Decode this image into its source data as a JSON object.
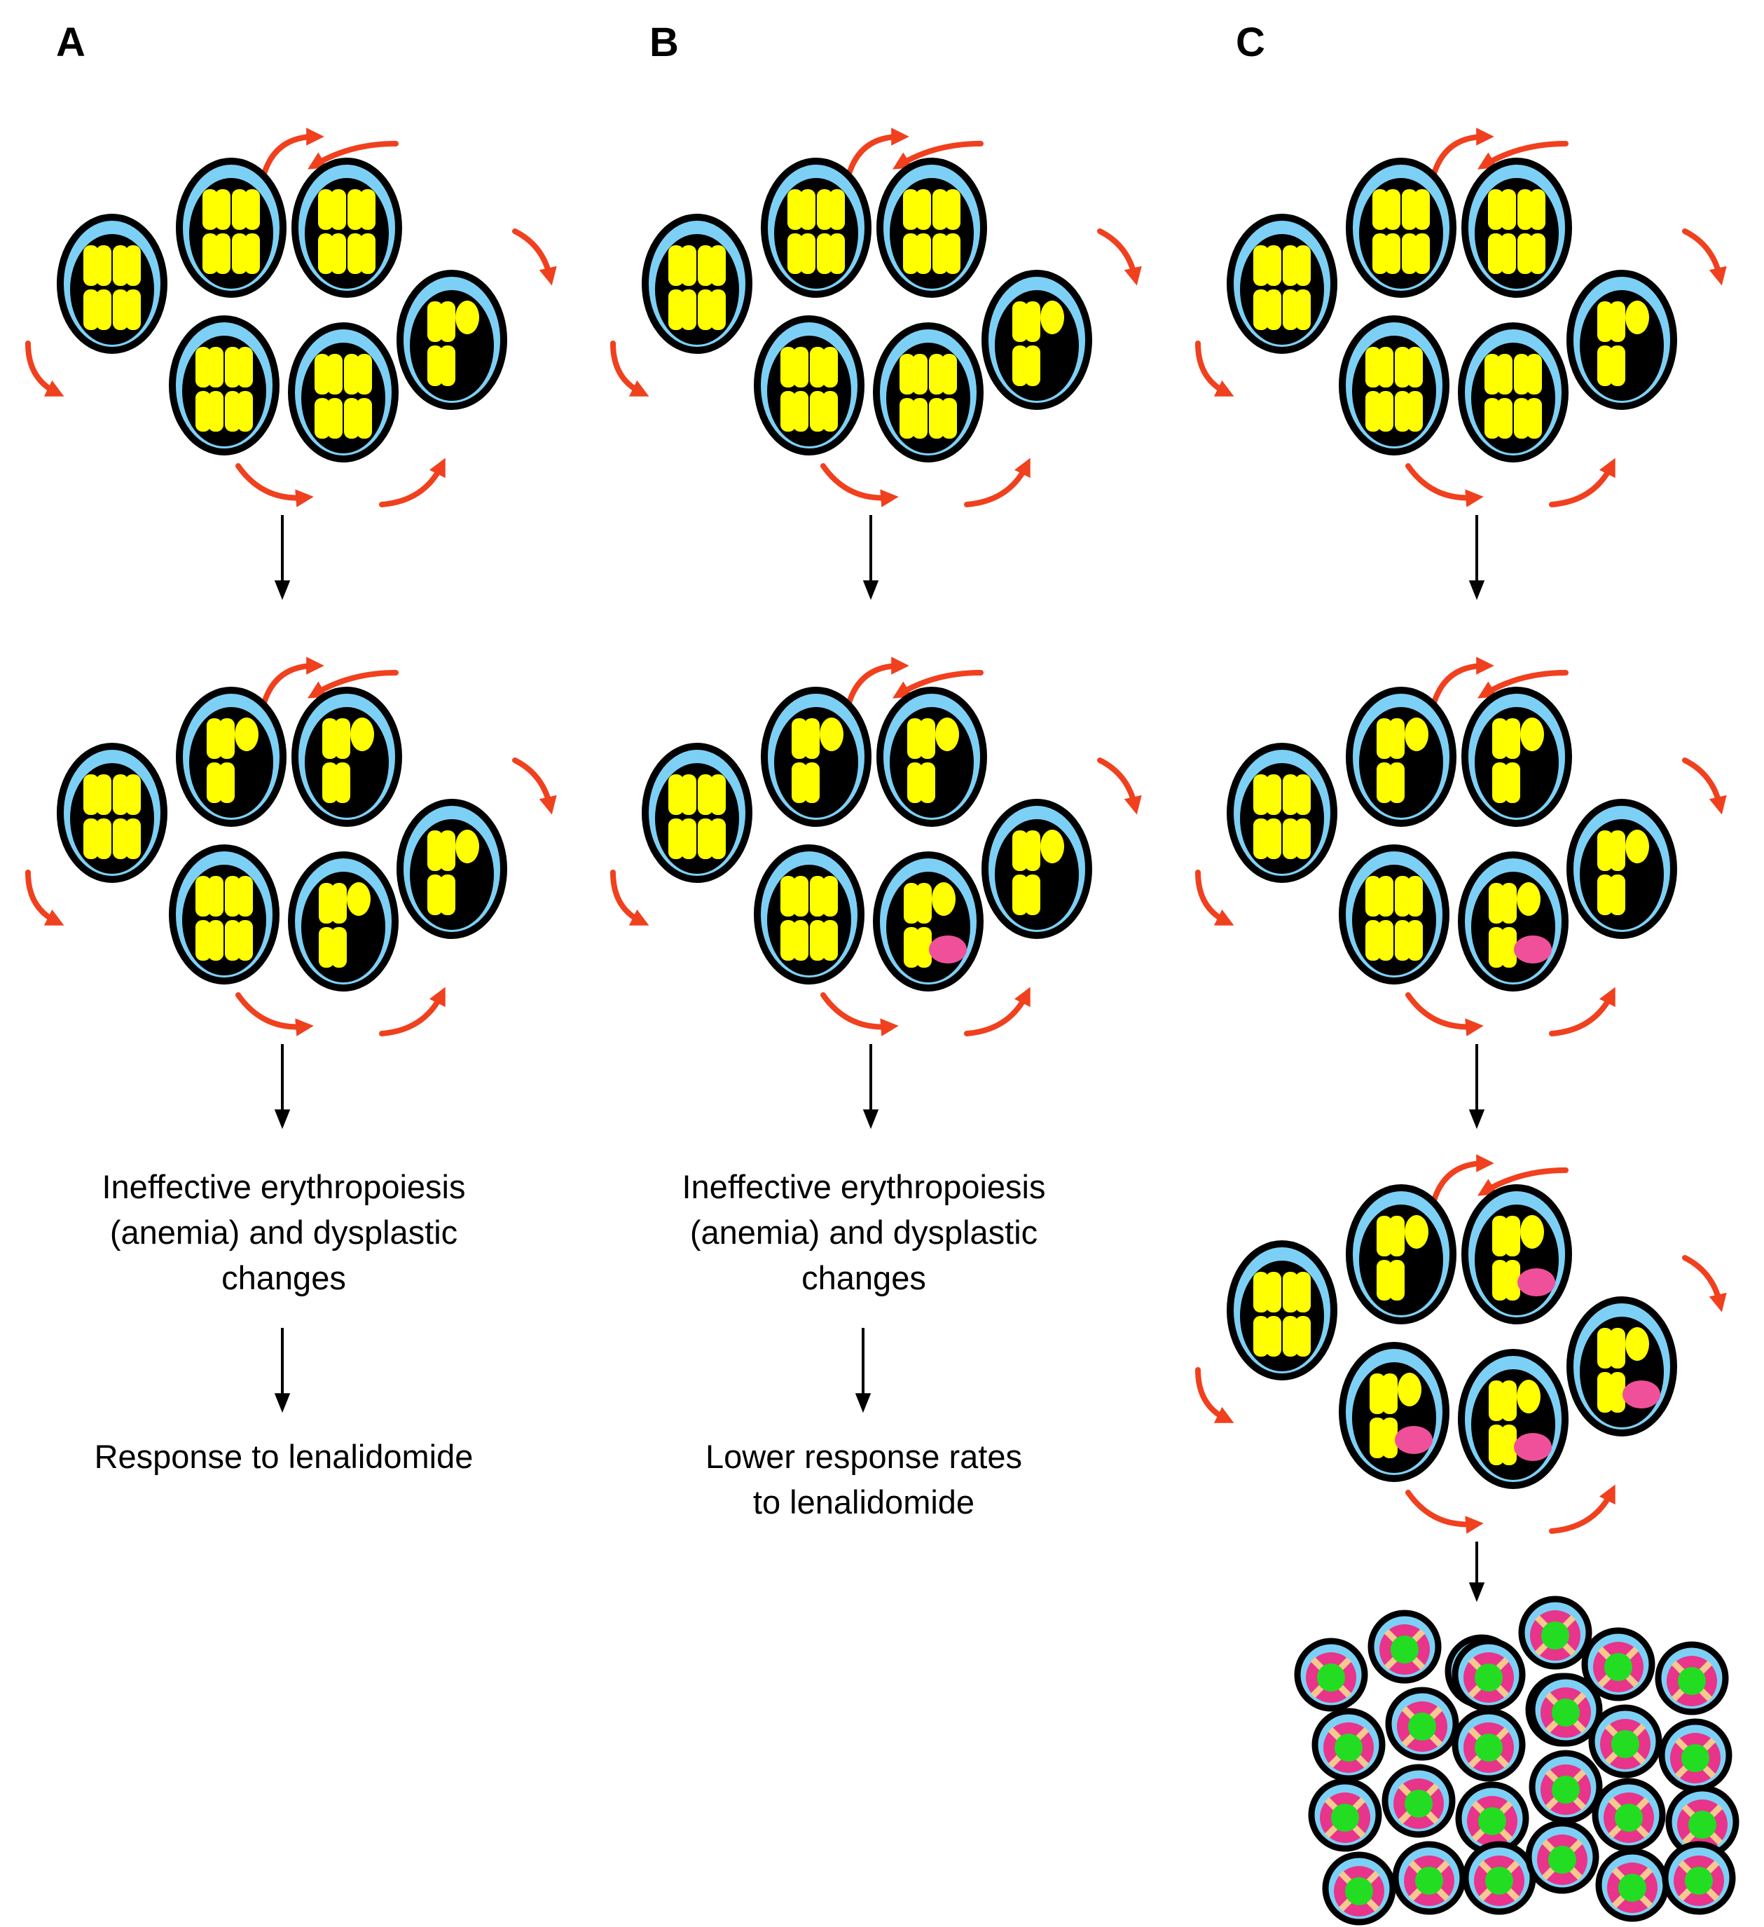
{
  "panels": [
    {
      "label": "A",
      "stages": [
        {
          "cells": [
            {
              "n": "normal"
            },
            {
              "n": "normal"
            },
            {
              "n": "normal"
            },
            {
              "n": "normal"
            },
            {
              "n": "normal"
            },
            {
              "n": "del5q"
            }
          ]
        },
        {
          "cells": [
            {
              "n": "normal"
            },
            {
              "n": "del5q"
            },
            {
              "n": "del5q"
            },
            {
              "n": "normal"
            },
            {
              "n": "del5q"
            },
            {
              "n": "del5q"
            }
          ]
        }
      ],
      "caption_lines": [
        "Ineffective erythropoiesis",
        "(anemia) and dysplastic",
        "changes"
      ],
      "outcome_lines": [
        "Response to lenalidomide"
      ]
    },
    {
      "label": "B",
      "stages": [
        {
          "cells": [
            {
              "n": "normal"
            },
            {
              "n": "normal"
            },
            {
              "n": "normal"
            },
            {
              "n": "normal"
            },
            {
              "n": "normal"
            },
            {
              "n": "del5q"
            }
          ]
        },
        {
          "cells": [
            {
              "n": "normal"
            },
            {
              "n": "del5q"
            },
            {
              "n": "del5q"
            },
            {
              "n": "normal"
            },
            {
              "n": "del5q",
              "mut": true
            },
            {
              "n": "del5q"
            }
          ]
        }
      ],
      "caption_lines": [
        "Ineffective erythropoiesis",
        "(anemia) and dysplastic",
        "changes"
      ],
      "outcome_lines": [
        "Lower response rates",
        "to lenalidomide"
      ]
    },
    {
      "label": "C",
      "stages": [
        {
          "cells": [
            {
              "n": "normal"
            },
            {
              "n": "normal"
            },
            {
              "n": "normal"
            },
            {
              "n": "normal"
            },
            {
              "n": "normal"
            },
            {
              "n": "del5q"
            }
          ]
        },
        {
          "cells": [
            {
              "n": "normal"
            },
            {
              "n": "del5q"
            },
            {
              "n": "del5q"
            },
            {
              "n": "normal"
            },
            {
              "n": "del5q",
              "mut": true
            },
            {
              "n": "del5q"
            }
          ]
        },
        {
          "cells": [
            {
              "n": "normal"
            },
            {
              "n": "del5q"
            },
            {
              "n": "del5q",
              "mut": true
            },
            {
              "n": "del5q",
              "mut": true
            },
            {
              "n": "del5q",
              "mut": true
            },
            {
              "n": "del5q",
              "mut": true
            }
          ]
        }
      ],
      "caption_lines": [],
      "outcome_lines": [],
      "blast_count": 26
    }
  ],
  "colors": {
    "cytoplasm": "#7dd0f5",
    "cell_border": "#000000",
    "nucleus": "#000000",
    "chromosome": "#ffff00",
    "rotation_arrow": "#f0401e",
    "mutation": "#f0509a",
    "blast_ring": "#e8348a",
    "blast_core": "#22dd22",
    "blast_cross": "#f5c890",
    "blast_outer": "#7dd0f5",
    "flow_arrow": "#000000"
  },
  "icons": {
    "rotation": "curved-arrow-icon",
    "flow": "down-arrow-icon",
    "mutation": "mutation-dot-icon"
  }
}
